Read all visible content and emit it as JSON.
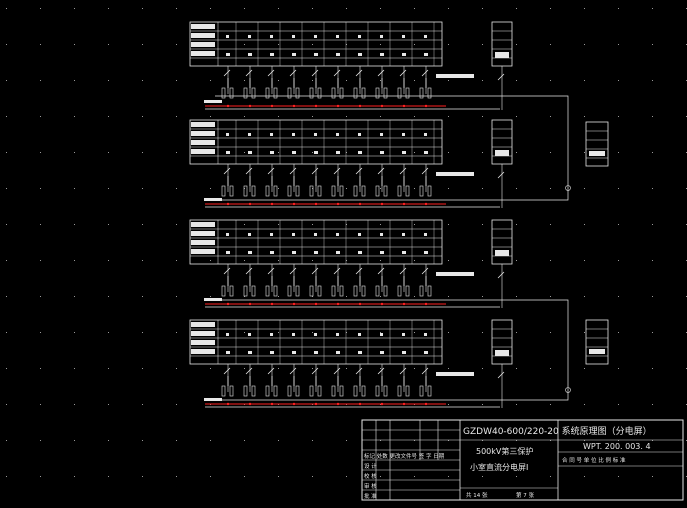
{
  "drawing": {
    "background": "#000000",
    "line_color": "#e8e8e8",
    "accent_red": "#ff2020",
    "panels_count": 4,
    "feeders_per_panel": 10
  },
  "title_block": {
    "model_line": "GZDW40-600/220-20 系统原理图（分电屏）",
    "subtitle_line1": "500kV第三保护",
    "subtitle_line2": "小室直流分电屏I",
    "drawing_number": "WPT. 200. 003. 4",
    "contract_row": "合 同 号   单 位   比 例   标 准",
    "sheet_total": "共 14 张",
    "sheet_num": "第 7 张",
    "revision_headers": "标记 处数 更改文件号 签 字 日期",
    "roles": [
      "设 计",
      "校 核",
      "审 核",
      "批 准"
    ]
  }
}
